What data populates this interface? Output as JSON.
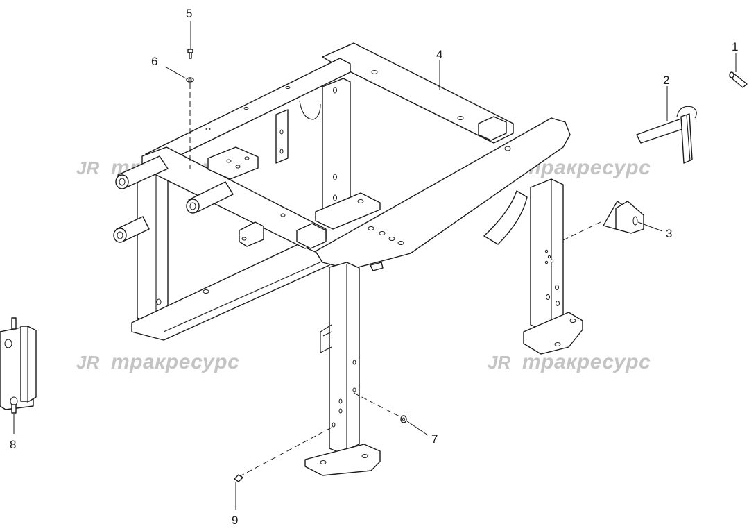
{
  "callouts": [
    {
      "id": "1",
      "text": "1"
    },
    {
      "id": "2",
      "text": "2"
    },
    {
      "id": "3",
      "text": "3"
    },
    {
      "id": "4",
      "text": "4"
    },
    {
      "id": "5",
      "text": "5"
    },
    {
      "id": "6",
      "text": "6"
    },
    {
      "id": "7",
      "text": "7"
    },
    {
      "id": "8",
      "text": "8"
    },
    {
      "id": "9",
      "text": "9"
    }
  ],
  "watermark": {
    "logo": "JR",
    "text": "тракресурс"
  },
  "colors": {
    "line": "#1a1a1a",
    "watermark": "#c4c4c4",
    "background": "#ffffff"
  }
}
